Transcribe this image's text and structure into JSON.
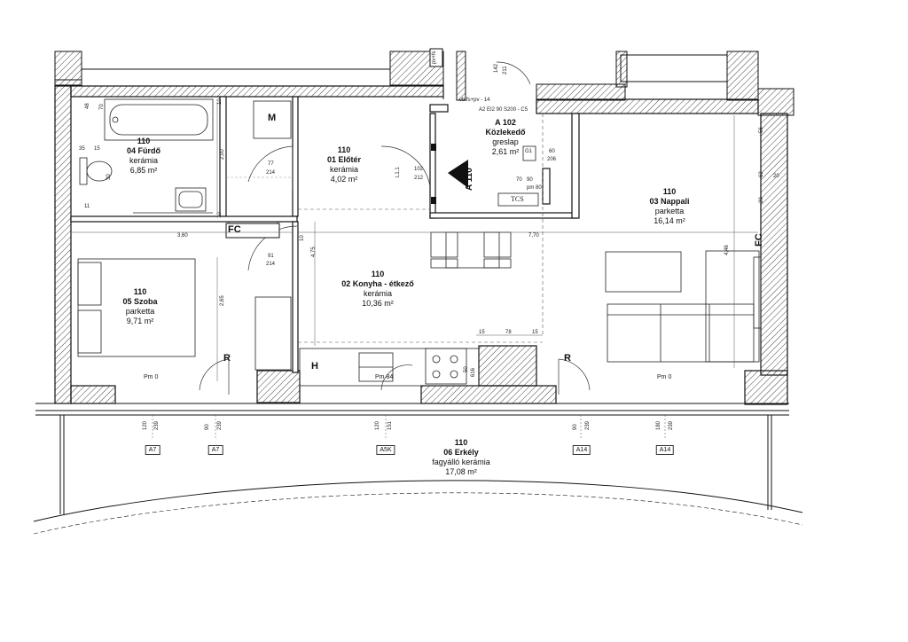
{
  "rooms": [
    {
      "id": "furdo",
      "num": "110",
      "name": "04 Fürdő",
      "material": "kerámia",
      "area": "6,85 m²"
    },
    {
      "id": "eloter",
      "num": "110",
      "name": "01 Előtér",
      "material": "kerámia",
      "area": "4,02 m²"
    },
    {
      "id": "kozlekedo",
      "num": "A 102",
      "name": "Közlekedő",
      "material": "greslap",
      "area": "2,61 m²"
    },
    {
      "id": "nappali",
      "num": "110",
      "name": "03 Nappali",
      "material": "parketta",
      "area": "16,14 m²"
    },
    {
      "id": "konyha",
      "num": "110",
      "name": "02 Konyha - étkező",
      "material": "kerámia",
      "area": "10,36 m²"
    },
    {
      "id": "szoba",
      "num": "110",
      "name": "05 Szoba",
      "material": "parketta",
      "area": "9,71 m²"
    },
    {
      "id": "erkely",
      "num": "110",
      "name": "06 Erkély",
      "material": "fagyálló kerámia",
      "area": "17,08 m²"
    }
  ],
  "marks": {
    "m": "M",
    "fc1": "FC",
    "fc2": "FC",
    "h": "H",
    "r1": "R",
    "r2": "R",
    "a110": "A 110",
    "tcs": "TCS",
    "g1": "G1",
    "l11": "L1.1"
  },
  "levels": {
    "pm0a": "Pm 0",
    "pm0b": "Pm 0",
    "pm84": "Pm 84",
    "pm80": "pm 80"
  },
  "dims": {
    "d360": "3,60",
    "d770": "7,70",
    "d475": "4,75",
    "d265": "2,65",
    "d446": "4,46",
    "d200": "2,00",
    "d77": "77",
    "d214a": "214",
    "d91": "91",
    "d214b": "214",
    "d102": "102",
    "d212": "212",
    "d60": "60",
    "d206": "206",
    "d70": "70",
    "d90": "90",
    "d15a": "15",
    "d15b": "15",
    "d78": "78",
    "d35": "35",
    "d15c": "15",
    "d30": "30",
    "d11": "11",
    "d10a": "10",
    "d10b": "10",
    "d10c": "10",
    "d50": "50",
    "d616": "616",
    "d142": "142",
    "d211": "211",
    "d56": "56",
    "d62": "62",
    "d20": "20",
    "d70b": "70",
    "d48": "48",
    "d20b": "20"
  },
  "notes": {
    "vb": "vb.fs+pv - 14",
    "a2": "A2 EI2 90 S200 - C5",
    "pr": "pv+fs"
  },
  "windows": [
    {
      "w": "120",
      "h": "239",
      "tag": "A7"
    },
    {
      "w": "90",
      "h": "239",
      "tag": "A7"
    },
    {
      "w": "120",
      "h": "151",
      "tag": "A5K"
    },
    {
      "w": "90",
      "h": "239",
      "tag": "A14"
    },
    {
      "w": "180",
      "h": "239",
      "tag": "A14"
    }
  ],
  "colors": {
    "wall": "#111111",
    "hatch": "#555555",
    "thin": "#333333"
  }
}
